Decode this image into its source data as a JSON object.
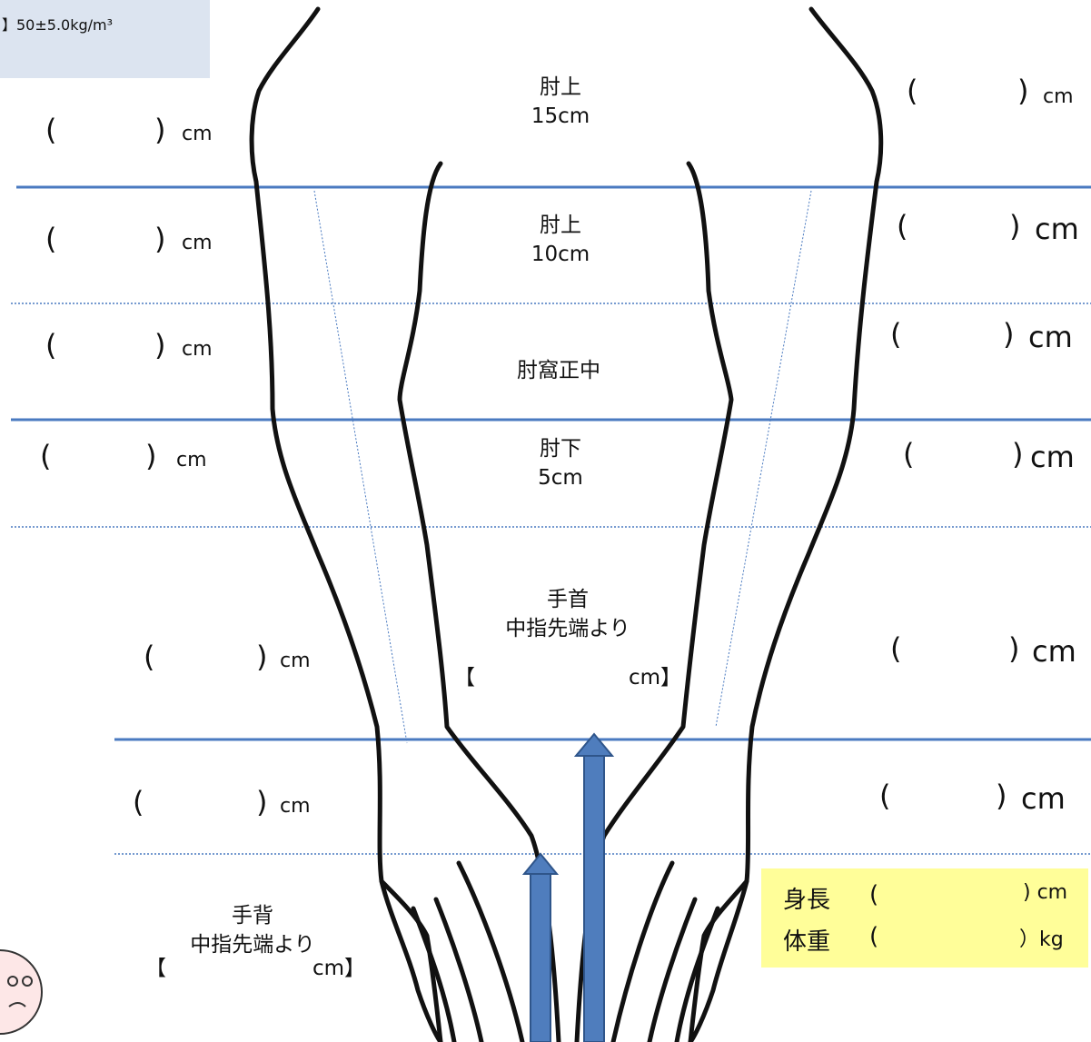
{
  "header_note": "】50±5.0kg/m³",
  "left_measures": [
    {
      "open": "(",
      "close": ")",
      "unit": "cm"
    },
    {
      "open": "(",
      "close": ")",
      "unit": "cm"
    },
    {
      "open": "(",
      "close": ")",
      "unit": "cm"
    },
    {
      "open": "(",
      "close": ")",
      "unit": "cm"
    },
    {
      "open": "(",
      "close": ")",
      "unit": "cm"
    },
    {
      "open": "(",
      "close": ")",
      "unit": "cm"
    }
  ],
  "right_measures": [
    {
      "open": "(",
      "close": ")",
      "unit": "cm"
    },
    {
      "open": "(",
      "close": ")",
      "unit": "cm"
    },
    {
      "open": "(",
      "close": ")",
      "unit": "cm"
    },
    {
      "open": "(",
      "close": ")",
      "unit": "cm"
    },
    {
      "open": "(",
      "close": ")",
      "unit": "cm"
    },
    {
      "open": "(",
      "close": ")",
      "unit": "cm"
    }
  ],
  "center_labels": {
    "elbow_up15_line1": "肘上",
    "elbow_up15_line2": "15cm",
    "elbow_up10_line1": "肘上",
    "elbow_up10_line2": "10cm",
    "elbow_crease": "肘窩正中",
    "elbow_down5_line1": "肘下",
    "elbow_down5_line2": "5cm",
    "wrist_line1": "手首",
    "wrist_line2": "中指先端より",
    "wrist_open": "【",
    "wrist_close": "cm】"
  },
  "hand_back": {
    "line1": "手背",
    "line2": "中指先端より",
    "open": "【",
    "close": "cm】"
  },
  "body_info": {
    "height_label": "身長",
    "height_open": "(",
    "height_close": ") cm",
    "weight_label": "体重",
    "weight_open": "(",
    "weight_close": "）kg"
  },
  "colors": {
    "line_blue": "#4a7ac0",
    "arrow_blue": "#4f7dbd",
    "note_bg": "#dce4f0",
    "highlight_yellow": "#fffe99"
  }
}
